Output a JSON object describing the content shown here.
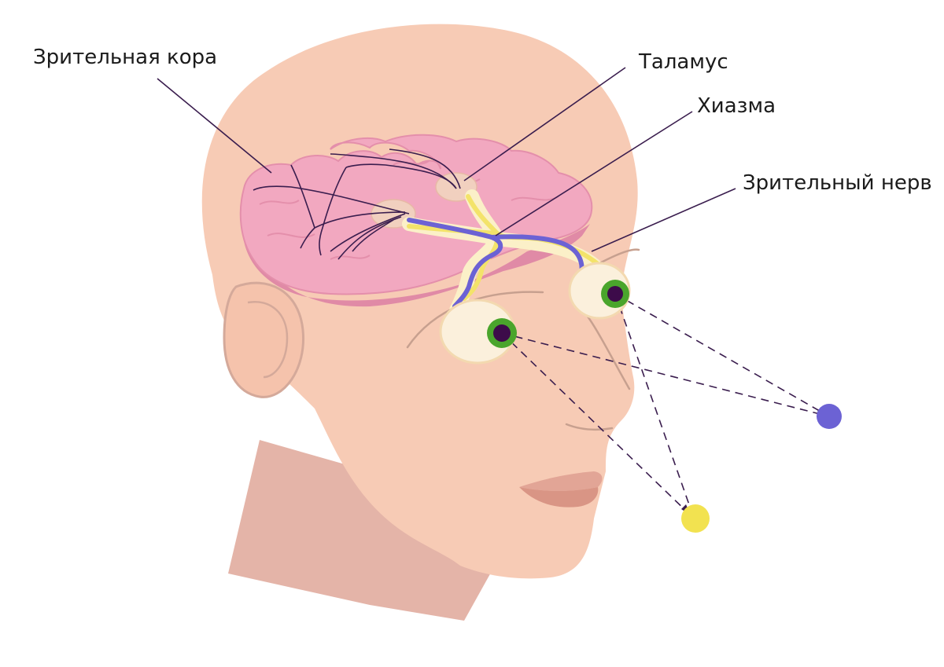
{
  "labels": {
    "visual_cortex": "Зрительная кора",
    "thalamus": "Таламус",
    "chiasm": "Хиазма",
    "optic_nerve": "Зрительный нерв"
  },
  "colors": {
    "skin": "#f7cbb5",
    "neck_shadow": "#e4b4a8",
    "brain": "#f2a8c0",
    "brain_shadow": "#e08aa6",
    "pathway_blue": "#6c62d4",
    "pathway_yellow": "#f3e36a",
    "pathway_cream": "#fbf0c8",
    "iris": "#4aa52c",
    "pupil": "#3d0b4a",
    "eyeball": "#fbf0dc",
    "leader_line": "#3a1d4e",
    "target_blue": "#6c62d4",
    "target_yellow": "#f2e250"
  }
}
